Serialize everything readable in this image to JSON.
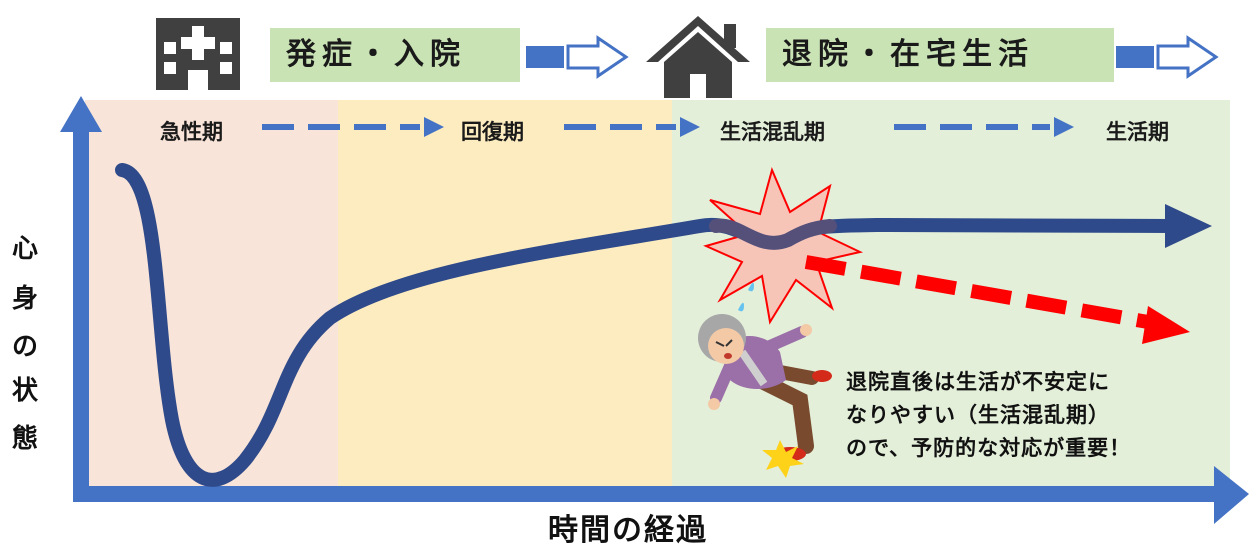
{
  "banners": {
    "hospital_label": "発症・入院",
    "home_label": "退院・在宅生活"
  },
  "icons": {
    "hospital": "hospital-icon",
    "house": "house-icon",
    "burst": "crash-burst-icon",
    "person": "falling-elderly-person-icon"
  },
  "phases": [
    {
      "label": "急性期"
    },
    {
      "label": "回復期"
    },
    {
      "label": "生活混乱期"
    },
    {
      "label": "生活期"
    }
  ],
  "axes": {
    "ylabel": [
      "心",
      "身",
      "の",
      "状",
      "態"
    ],
    "xlabel": "時間の経過"
  },
  "note": {
    "lines": [
      "退院直後は生活が不安定に",
      "なりやすい（生活混乱期）",
      "ので、予防的な対応が重要！"
    ]
  },
  "colors": {
    "acute_bg": "#f8e4d8",
    "recovery_bg": "#fdecc0",
    "life_bg": "#e3efd9",
    "banner_bg": "#c9e3b5",
    "axis": "#4472c4",
    "curve": "#2f4a8a",
    "danger": "#ff0000",
    "burst_fill": "#f6c5b8"
  }
}
